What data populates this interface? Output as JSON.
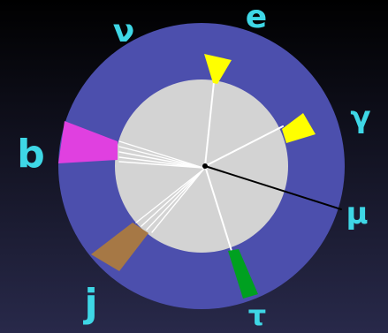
{
  "colors": {
    "background_top": "#000000",
    "background_bottom": "#28294a",
    "outer_ring": "#4c4fad",
    "inner_disc": "#d3d3d3",
    "label": "#3ed7e6",
    "muon_track": "#000000",
    "track": "#ffffff",
    "photon": "#ffff00",
    "electron": "#ffff00",
    "b_jet": "#e040e0",
    "jet": "#a67845",
    "tau": "#00a020"
  },
  "labels": {
    "neutrino": "ν",
    "electron": "e",
    "photon": "γ",
    "b_quark": "b",
    "muon": "μ",
    "jet": "j",
    "tau": "τ"
  },
  "icons": {
    "electron": "calorimeter-wedge",
    "photon": "calorimeter-wedge",
    "b_jet": "calorimeter-wedge",
    "jet": "calorimeter-wedge",
    "tau": "calorimeter-wedge",
    "muon": "track-line"
  }
}
